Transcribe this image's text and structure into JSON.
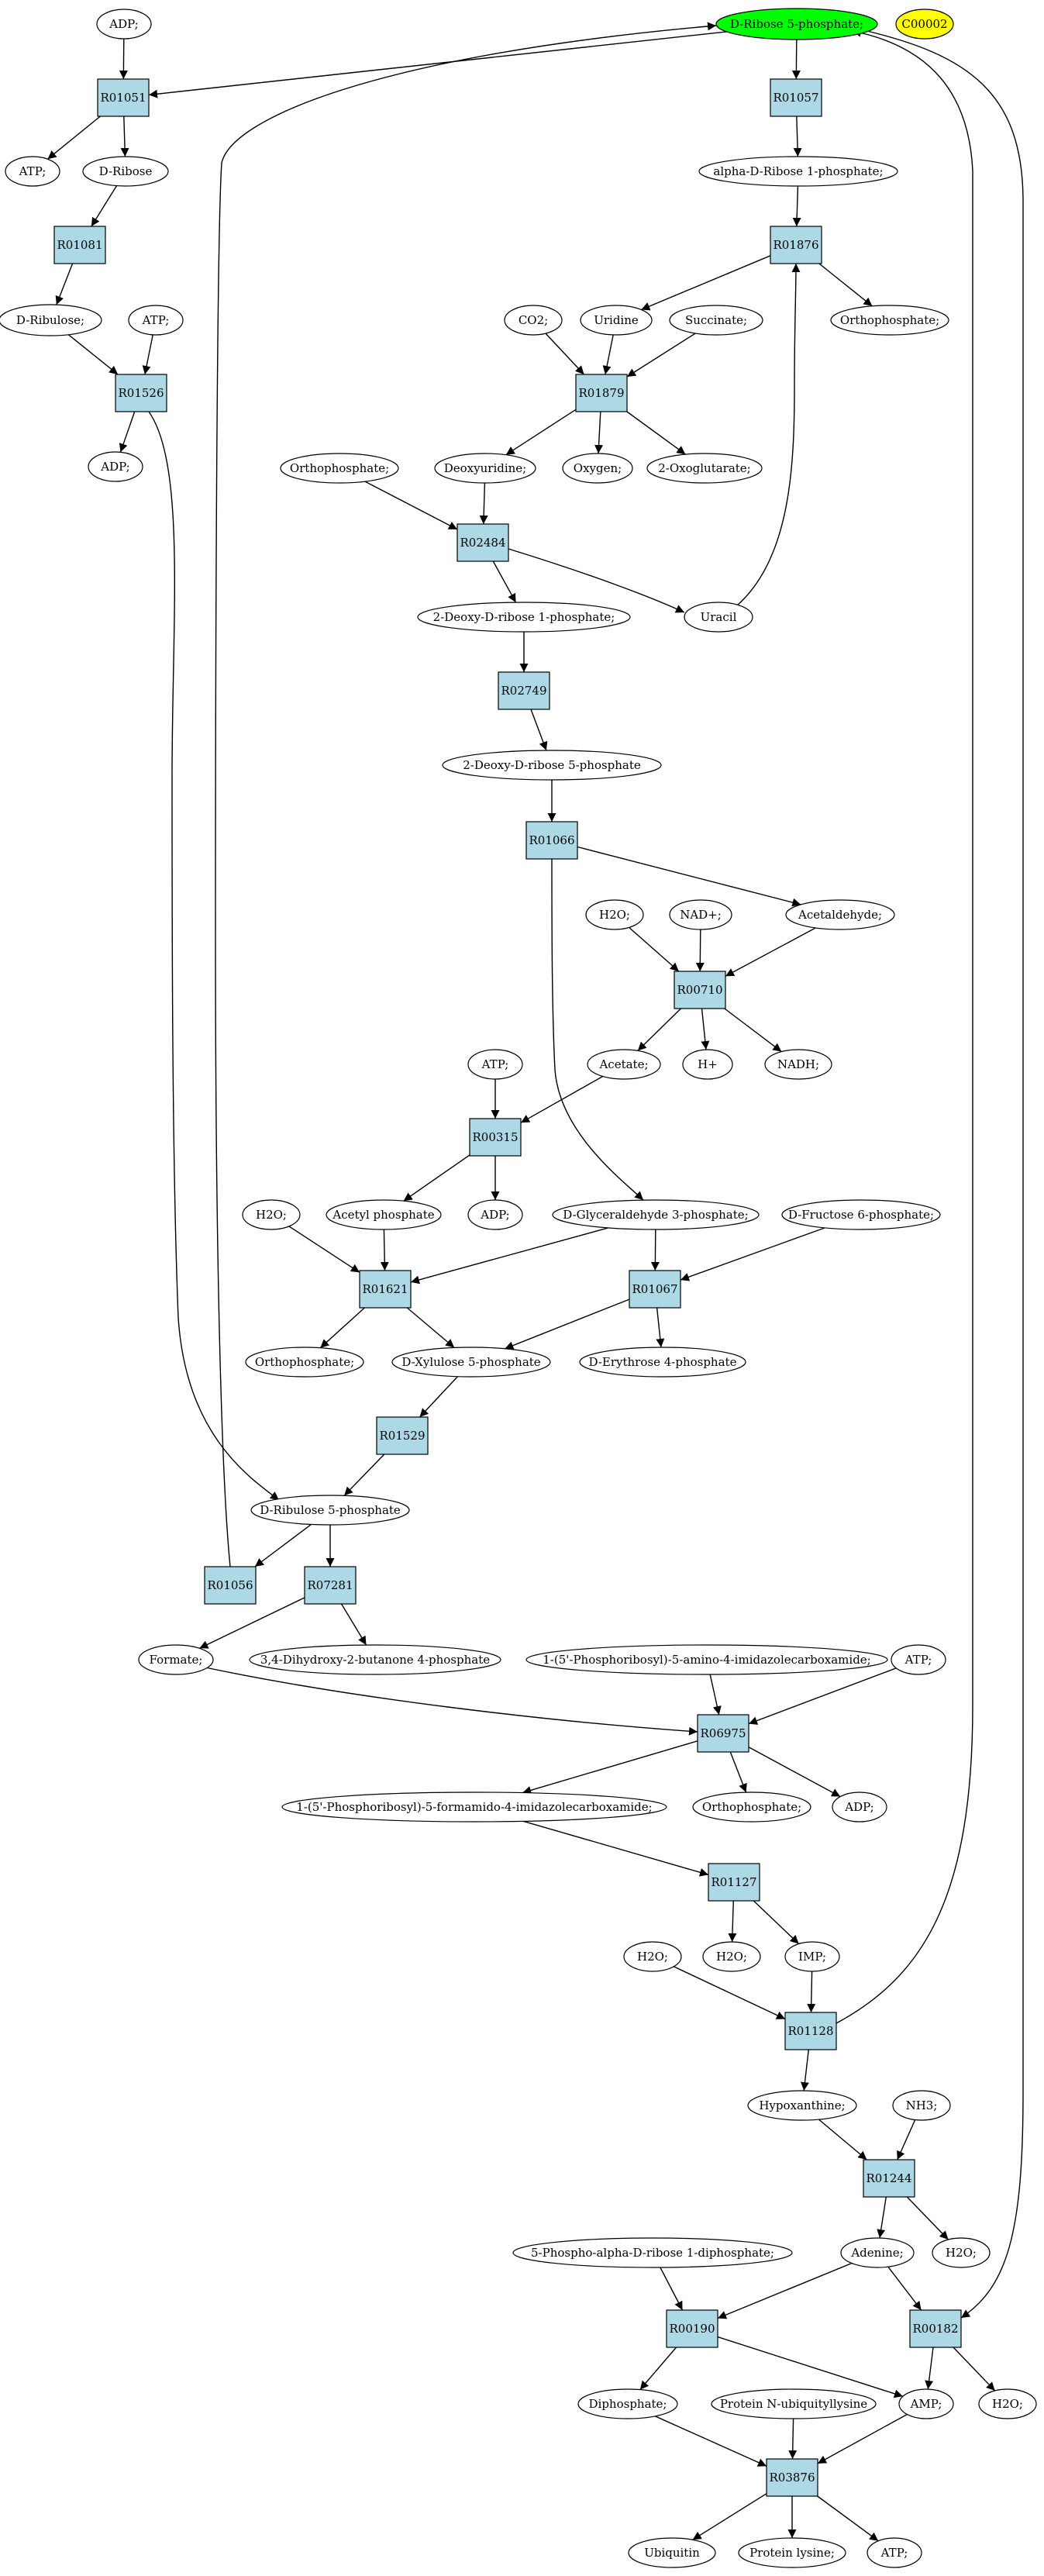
{
  "colors": {
    "reaction_fill": "#add8e6",
    "compound_fill": "#ffffff",
    "highlight_fill": "#00ff00",
    "secondary_fill": "#ffff00",
    "stroke": "#000000"
  },
  "nodes": {
    "adp_top": {
      "label": "ADP;",
      "kind": "compound"
    },
    "d_ribose_5p": {
      "label": "D-Ribose 5-phosphate;",
      "kind": "compound",
      "fill": "highlight_fill"
    },
    "c00002": {
      "label": "C00002",
      "kind": "compound",
      "fill": "secondary_fill"
    },
    "r01051": {
      "label": "R01051",
      "kind": "reaction"
    },
    "r01057": {
      "label": "R01057",
      "kind": "reaction"
    },
    "atp_1": {
      "label": "ATP;",
      "kind": "compound"
    },
    "d_ribose": {
      "label": "D-Ribose",
      "kind": "compound"
    },
    "alpha_d_ribose_1p": {
      "label": "alpha-D-Ribose 1-phosphate;",
      "kind": "compound"
    },
    "r01081": {
      "label": "R01081",
      "kind": "reaction"
    },
    "r01876": {
      "label": "R01876",
      "kind": "reaction"
    },
    "d_ribulose": {
      "label": "D-Ribulose;",
      "kind": "compound"
    },
    "atp_2": {
      "label": "ATP;",
      "kind": "compound"
    },
    "co2": {
      "label": "CO2;",
      "kind": "compound"
    },
    "uridine": {
      "label": "Uridine",
      "kind": "compound"
    },
    "succinate": {
      "label": "Succinate;",
      "kind": "compound"
    },
    "orthophosphate_1": {
      "label": "Orthophosphate;",
      "kind": "compound"
    },
    "r01526": {
      "label": "R01526",
      "kind": "reaction"
    },
    "r01879": {
      "label": "R01879",
      "kind": "reaction"
    },
    "adp_2": {
      "label": "ADP;",
      "kind": "compound"
    },
    "orthophosphate_2": {
      "label": "Orthophosphate;",
      "kind": "compound"
    },
    "deoxyuridine": {
      "label": "Deoxyuridine;",
      "kind": "compound"
    },
    "oxygen": {
      "label": "Oxygen;",
      "kind": "compound"
    },
    "oxoglutarate": {
      "label": "2-Oxoglutarate;",
      "kind": "compound"
    },
    "r02484": {
      "label": "R02484",
      "kind": "reaction"
    },
    "deoxy_ribose_1p": {
      "label": "2-Deoxy-D-ribose 1-phosphate;",
      "kind": "compound"
    },
    "uracil": {
      "label": "Uracil",
      "kind": "compound"
    },
    "r02749": {
      "label": "R02749",
      "kind": "reaction"
    },
    "deoxy_ribose_5p": {
      "label": "2-Deoxy-D-ribose 5-phosphate",
      "kind": "compound"
    },
    "r01066": {
      "label": "R01066",
      "kind": "reaction"
    },
    "h2o_1": {
      "label": "H2O;",
      "kind": "compound"
    },
    "nad": {
      "label": "NAD+;",
      "kind": "compound"
    },
    "acetaldehyde": {
      "label": "Acetaldehyde;",
      "kind": "compound"
    },
    "r00710": {
      "label": "R00710",
      "kind": "reaction"
    },
    "atp_3": {
      "label": "ATP;",
      "kind": "compound"
    },
    "acetate": {
      "label": "Acetate;",
      "kind": "compound"
    },
    "h_plus": {
      "label": "H+",
      "kind": "compound"
    },
    "nadh": {
      "label": "NADH;",
      "kind": "compound"
    },
    "r00315": {
      "label": "R00315",
      "kind": "reaction"
    },
    "h2o_2": {
      "label": "H2O;",
      "kind": "compound"
    },
    "acetyl_phosphate": {
      "label": "Acetyl phosphate",
      "kind": "compound"
    },
    "adp_3": {
      "label": "ADP;",
      "kind": "compound"
    },
    "glyceraldehyde_3p": {
      "label": "D-Glyceraldehyde 3-phosphate;",
      "kind": "compound"
    },
    "fructose_6p": {
      "label": "D-Fructose 6-phosphate;",
      "kind": "compound"
    },
    "r01621": {
      "label": "R01621",
      "kind": "reaction"
    },
    "r01067": {
      "label": "R01067",
      "kind": "reaction"
    },
    "orthophosphate_3": {
      "label": "Orthophosphate;",
      "kind": "compound"
    },
    "xylulose_5p": {
      "label": "D-Xylulose 5-phosphate",
      "kind": "compound"
    },
    "erythrose_4p": {
      "label": "D-Erythrose 4-phosphate",
      "kind": "compound"
    },
    "r01529": {
      "label": "R01529",
      "kind": "reaction"
    },
    "ribulose_5p": {
      "label": "D-Ribulose 5-phosphate",
      "kind": "compound"
    },
    "r01056": {
      "label": "R01056",
      "kind": "reaction"
    },
    "r07281": {
      "label": "R07281",
      "kind": "reaction"
    },
    "formate": {
      "label": "Formate;",
      "kind": "compound"
    },
    "dihydroxy_butanone_4p": {
      "label": "3,4-Dihydroxy-2-butanone 4-phosphate",
      "kind": "compound"
    },
    "aicar": {
      "label": "1-(5'-Phosphoribosyl)-5-amino-4-imidazolecarboxamide;",
      "kind": "compound"
    },
    "atp_4": {
      "label": "ATP;",
      "kind": "compound"
    },
    "r06975": {
      "label": "R06975",
      "kind": "reaction"
    },
    "faicar": {
      "label": "1-(5'-Phosphoribosyl)-5-formamido-4-imidazolecarboxamide;",
      "kind": "compound"
    },
    "orthophosphate_4": {
      "label": "Orthophosphate;",
      "kind": "compound"
    },
    "adp_4": {
      "label": "ADP;",
      "kind": "compound"
    },
    "r01127": {
      "label": "R01127",
      "kind": "reaction"
    },
    "h2o_3": {
      "label": "H2O;",
      "kind": "compound"
    },
    "h2o_4": {
      "label": "H2O;",
      "kind": "compound"
    },
    "imp": {
      "label": "IMP;",
      "kind": "compound"
    },
    "r01128": {
      "label": "R01128",
      "kind": "reaction"
    },
    "hypoxanthine": {
      "label": "Hypoxanthine;",
      "kind": "compound"
    },
    "nh3": {
      "label": "NH3;",
      "kind": "compound"
    },
    "r01244": {
      "label": "R01244",
      "kind": "reaction"
    },
    "prpp": {
      "label": "5-Phospho-alpha-D-ribose 1-diphosphate;",
      "kind": "compound"
    },
    "adenine": {
      "label": "Adenine;",
      "kind": "compound"
    },
    "h2o_5": {
      "label": "H2O;",
      "kind": "compound"
    },
    "r00190": {
      "label": "R00190",
      "kind": "reaction"
    },
    "r00182": {
      "label": "R00182",
      "kind": "reaction"
    },
    "diphosphate": {
      "label": "Diphosphate;",
      "kind": "compound"
    },
    "protein_n_ubiquityllysine": {
      "label": "Protein N-ubiquityllysine",
      "kind": "compound"
    },
    "amp": {
      "label": "AMP;",
      "kind": "compound"
    },
    "h2o_6": {
      "label": "H2O;",
      "kind": "compound"
    },
    "r03876": {
      "label": "R03876",
      "kind": "reaction"
    },
    "ubiquitin": {
      "label": "Ubiquitin",
      "kind": "compound"
    },
    "protein_lysine": {
      "label": "Protein lysine;",
      "kind": "compound"
    },
    "atp_5": {
      "label": "ATP;",
      "kind": "compound"
    }
  },
  "edges": [
    {
      "from": "adp_top",
      "to": "r01051"
    },
    {
      "from": "d_ribose_5p",
      "to": "r01051"
    },
    {
      "from": "r01051",
      "to": "atp_1"
    },
    {
      "from": "r01051",
      "to": "d_ribose"
    },
    {
      "from": "d_ribose",
      "to": "r01081"
    },
    {
      "from": "r01081",
      "to": "d_ribulose"
    },
    {
      "from": "d_ribulose",
      "to": "r01526"
    },
    {
      "from": "atp_2",
      "to": "r01526"
    },
    {
      "from": "r01526",
      "to": "adp_2"
    },
    {
      "from": "r01526",
      "to": "ribulose_5p"
    },
    {
      "from": "d_ribose_5p",
      "to": "r01057"
    },
    {
      "from": "r01057",
      "to": "alpha_d_ribose_1p"
    },
    {
      "from": "alpha_d_ribose_1p",
      "to": "r01876"
    },
    {
      "from": "r01876",
      "to": "uridine"
    },
    {
      "from": "r01876",
      "to": "orthophosphate_2"
    },
    {
      "from": "co2",
      "to": "r01879"
    },
    {
      "from": "uridine",
      "to": "r01879"
    },
    {
      "from": "succinate",
      "to": "r01879"
    },
    {
      "from": "r01879",
      "to": "deoxyuridine"
    },
    {
      "from": "r01879",
      "to": "oxygen"
    },
    {
      "from": "r01879",
      "to": "oxoglutarate"
    },
    {
      "from": "orthophosphate_1",
      "to": "r02484"
    },
    {
      "from": "deoxyuridine",
      "to": "r02484"
    },
    {
      "from": "r02484",
      "to": "deoxy_ribose_1p"
    },
    {
      "from": "r02484",
      "to": "uracil"
    },
    {
      "from": "uracil",
      "to": "r01876"
    },
    {
      "from": "deoxy_ribose_1p",
      "to": "r02749"
    },
    {
      "from": "r02749",
      "to": "deoxy_ribose_5p"
    },
    {
      "from": "deoxy_ribose_5p",
      "to": "r01066"
    },
    {
      "from": "r01066",
      "to": "acetaldehyde"
    },
    {
      "from": "r01066",
      "to": "glyceraldehyde_3p"
    },
    {
      "from": "h2o_1",
      "to": "r00710"
    },
    {
      "from": "nad",
      "to": "r00710"
    },
    {
      "from": "acetaldehyde",
      "to": "r00710"
    },
    {
      "from": "r00710",
      "to": "acetate"
    },
    {
      "from": "r00710",
      "to": "h_plus"
    },
    {
      "from": "r00710",
      "to": "nadh"
    },
    {
      "from": "atp_3",
      "to": "r00315"
    },
    {
      "from": "acetate",
      "to": "r00315"
    },
    {
      "from": "r00315",
      "to": "acetyl_phosphate"
    },
    {
      "from": "r00315",
      "to": "adp_3"
    },
    {
      "from": "h2o_2",
      "to": "r01621"
    },
    {
      "from": "acetyl_phosphate",
      "to": "r01621"
    },
    {
      "from": "glyceraldehyde_3p",
      "to": "r01621"
    },
    {
      "from": "glyceraldehyde_3p",
      "to": "r01067"
    },
    {
      "from": "fructose_6p",
      "to": "r01067"
    },
    {
      "from": "r01621",
      "to": "orthophosphate_3"
    },
    {
      "from": "r01621",
      "to": "xylulose_5p"
    },
    {
      "from": "r01067",
      "to": "xylulose_5p"
    },
    {
      "from": "r01067",
      "to": "erythrose_4p"
    },
    {
      "from": "xylulose_5p",
      "to": "r01529"
    },
    {
      "from": "r01529",
      "to": "ribulose_5p"
    },
    {
      "from": "ribulose_5p",
      "to": "r01056"
    },
    {
      "from": "ribulose_5p",
      "to": "r07281"
    },
    {
      "from": "r01056",
      "to": "d_ribose_5p"
    },
    {
      "from": "r07281",
      "to": "formate"
    },
    {
      "from": "r07281",
      "to": "dihydroxy_butanone_4p"
    },
    {
      "from": "formate",
      "to": "r06975"
    },
    {
      "from": "aicar",
      "to": "r06975"
    },
    {
      "from": "atp_4",
      "to": "r06975"
    },
    {
      "from": "r06975",
      "to": "faicar"
    },
    {
      "from": "r06975",
      "to": "orthophosphate_4"
    },
    {
      "from": "r06975",
      "to": "adp_4"
    },
    {
      "from": "faicar",
      "to": "r01127"
    },
    {
      "from": "r01127",
      "to": "h2o_4"
    },
    {
      "from": "r01127",
      "to": "imp"
    },
    {
      "from": "h2o_3",
      "to": "r01128"
    },
    {
      "from": "imp",
      "to": "r01128"
    },
    {
      "from": "r01128",
      "to": "d_ribose_5p"
    },
    {
      "from": "r01128",
      "to": "hypoxanthine"
    },
    {
      "from": "hypoxanthine",
      "to": "r01244"
    },
    {
      "from": "nh3",
      "to": "r01244"
    },
    {
      "from": "r01244",
      "to": "adenine"
    },
    {
      "from": "r01244",
      "to": "h2o_5"
    },
    {
      "from": "prpp",
      "to": "r00190"
    },
    {
      "from": "adenine",
      "to": "r00190"
    },
    {
      "from": "adenine",
      "to": "r00182"
    },
    {
      "from": "d_ribose_5p",
      "to": "r00182"
    },
    {
      "from": "r00190",
      "to": "diphosphate"
    },
    {
      "from": "r00190",
      "to": "amp"
    },
    {
      "from": "r00182",
      "to": "amp"
    },
    {
      "from": "r00182",
      "to": "h2o_6"
    },
    {
      "from": "diphosphate",
      "to": "r03876"
    },
    {
      "from": "protein_n_ubiquityllysine",
      "to": "r03876"
    },
    {
      "from": "amp",
      "to": "r03876"
    },
    {
      "from": "r03876",
      "to": "ubiquitin"
    },
    {
      "from": "r03876",
      "to": "protein_lysine"
    },
    {
      "from": "r03876",
      "to": "atp_5"
    }
  ]
}
